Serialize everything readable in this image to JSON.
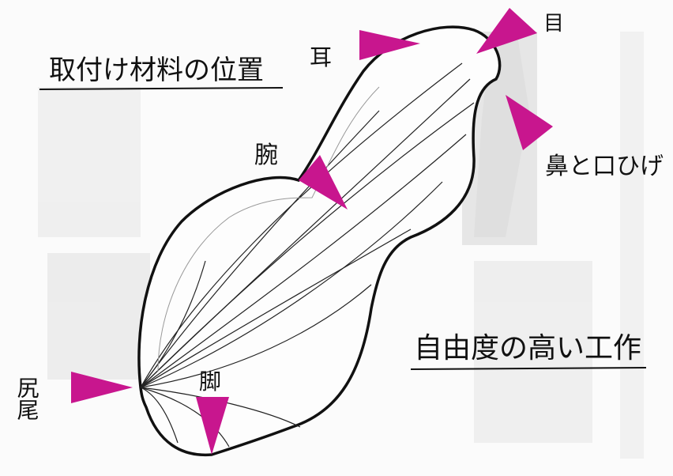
{
  "title": "取付け材料の位置",
  "caption": "自由度の高い工作",
  "labels": {
    "ear": "耳",
    "eye": "目",
    "nose": "鼻と口ひげ",
    "arm": "腕",
    "leg": "脚",
    "tail": "尻尾"
  },
  "colors": {
    "marker": "#c8168e",
    "ink": "#111111",
    "background_print": "#e3e3e3"
  }
}
